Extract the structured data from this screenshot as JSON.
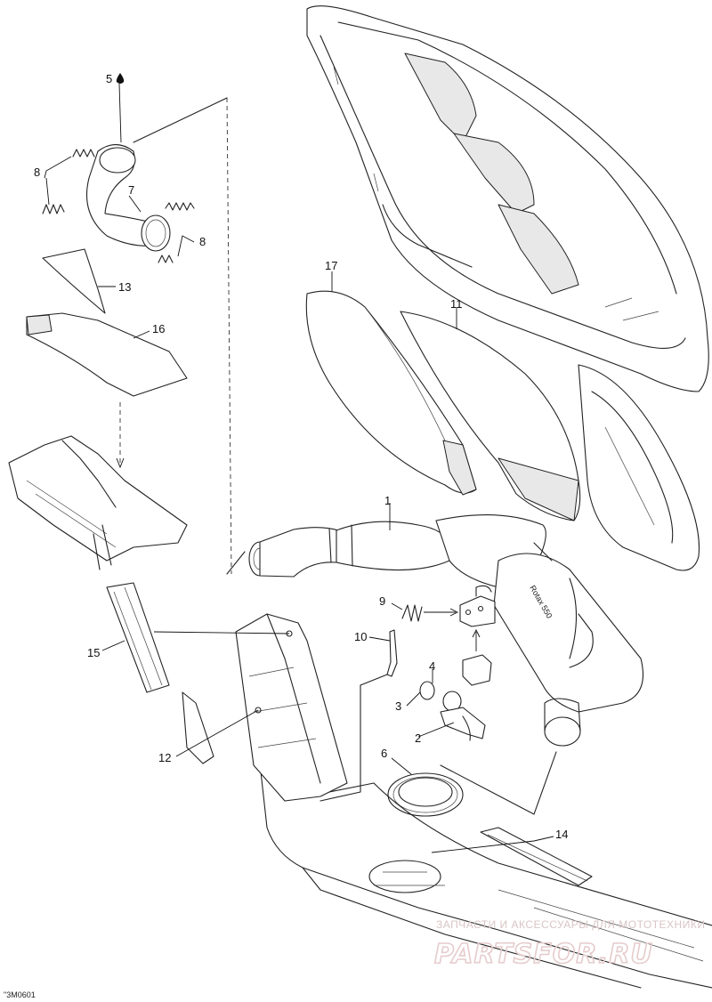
{
  "callouts": [
    {
      "id": "c1",
      "text": "1"
    },
    {
      "id": "c2",
      "text": "2"
    },
    {
      "id": "c3",
      "text": "3"
    },
    {
      "id": "c4",
      "text": "4"
    },
    {
      "id": "c5",
      "text": "5"
    },
    {
      "id": "c6",
      "text": "6"
    },
    {
      "id": "c7",
      "text": "7"
    },
    {
      "id": "c8a",
      "text": "8"
    },
    {
      "id": "c8b",
      "text": "8"
    },
    {
      "id": "c9",
      "text": "9"
    },
    {
      "id": "c10",
      "text": "10"
    },
    {
      "id": "c11",
      "text": "11"
    },
    {
      "id": "c12",
      "text": "12"
    },
    {
      "id": "c13",
      "text": "13"
    },
    {
      "id": "c14",
      "text": "14"
    },
    {
      "id": "c15",
      "text": "15"
    },
    {
      "id": "c16",
      "text": "16"
    },
    {
      "id": "c17",
      "text": "17"
    }
  ],
  "drawing_code": "\"3M0601",
  "watermark": {
    "line1": "ЗАПЧАСТИ И АКСЕССУАРЫ ДЛЯ МОТОТЕХНИКИ",
    "line2": "PARTSFOR.RU"
  },
  "colors": {
    "ink": "#222222",
    "watermark": "#e6cccc"
  }
}
